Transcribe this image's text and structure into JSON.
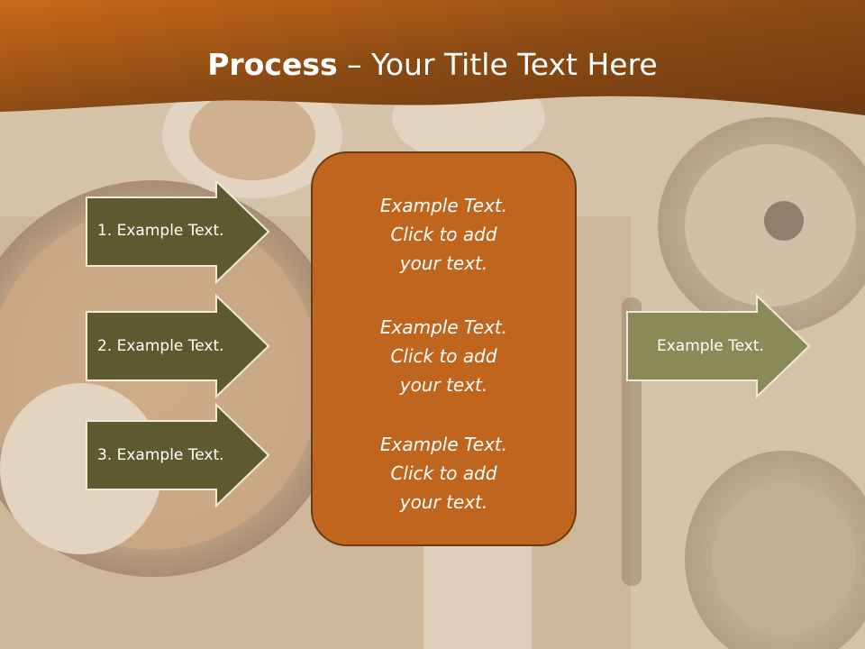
{
  "title": {
    "bold": "Process",
    "rest": " – Your Title Text Here"
  },
  "left_arrows": [
    {
      "label": "1. Example Text."
    },
    {
      "label": "2. Example Text."
    },
    {
      "label": "3. Example Text."
    }
  ],
  "center_box": {
    "blocks": [
      {
        "text": "Example Text.\nClick  to add\nyour text."
      },
      {
        "text": "Example Text.\nClick  to add\nyour text."
      },
      {
        "text": "Example Text.\nClick  to add\nyour text."
      }
    ]
  },
  "right_arrow": {
    "label": "Example Text."
  },
  "colors": {
    "banner": "#8a4a14",
    "center_box": "#c0651d",
    "left_arrow": "#5c5a2e",
    "right_arrow": "#8a8a58"
  }
}
